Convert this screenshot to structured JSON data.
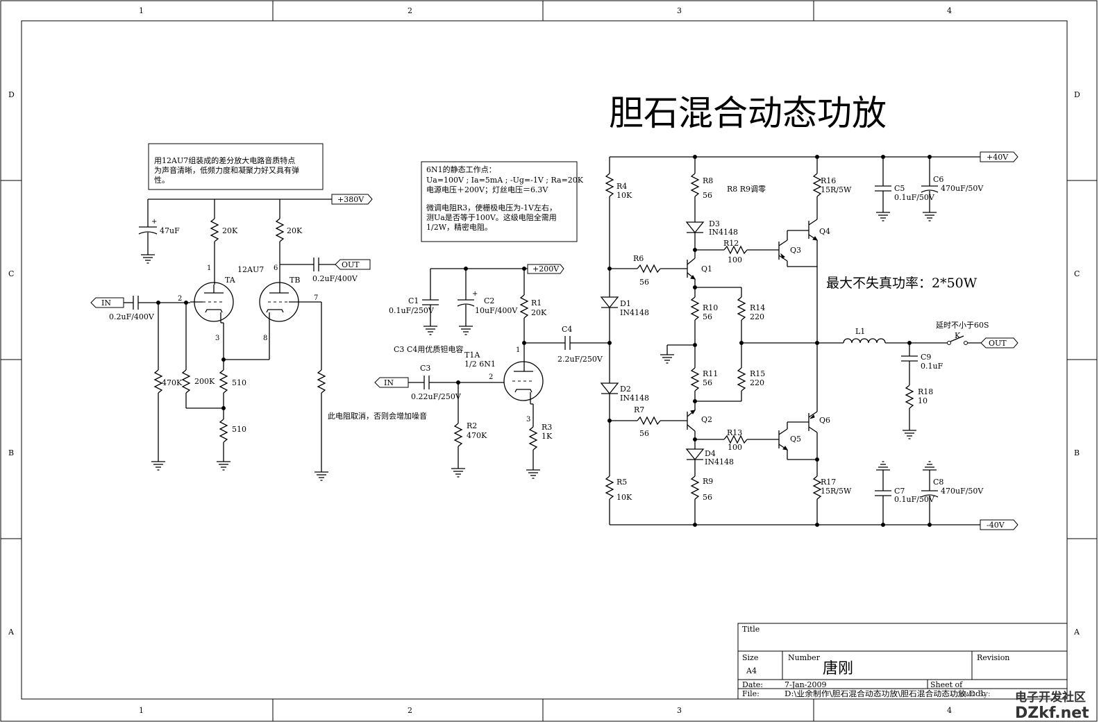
{
  "frame": {
    "col_marks": [
      "1",
      "2",
      "3",
      "4"
    ],
    "row_marks": [
      "D",
      "C",
      "B",
      "A"
    ]
  },
  "title": "胆石混合动态功放",
  "notes": {
    "note1": [
      "用12AU7组装成的差分放大电路音质特点",
      "为声音清晰，低频力度和凝聚力好又具有弹",
      "性。"
    ],
    "note2": [
      "6N1的静态工作点：",
      "Ua=100V ; Ia=5mA ; -Ug=-1V ; Ra=20K",
      "电源电压＋200V；灯丝电压＝6.3V",
      "",
      "微调电阻R3，使栅极电压为-1V左右，",
      "测Ua是否等于100V。这级电阻全需用",
      "1/2W，精密电阻。"
    ],
    "cap_note": "C3  C4用优质钽电容",
    "r8r9_note": "R8  R9调零",
    "resistor_cancel_note": "此电阻取消，否则会增加噪音",
    "max_power": "最大不失真功率：2*50W",
    "delay_note": "延时不小于60S"
  },
  "ports": {
    "in1": "IN",
    "in2": "IN",
    "out1": "OUT",
    "out2": "OUT",
    "v380": "+380V",
    "v200": "+200V",
    "vp40": "+40V",
    "vn40": "-40V"
  },
  "stage1": {
    "tube_name": "12AU7",
    "ta": "TA",
    "tb": "TB",
    "pin1": "1",
    "pin2": "2",
    "pin3": "3",
    "pin6": "6",
    "pin7": "7",
    "pin8": "8",
    "c_in": "0.2uF/400V",
    "c_out": "0.2uF/400V",
    "c_supply": "47uF",
    "r_plate_a": "20K",
    "r_plate_b": "20K",
    "r_grid": "470K",
    "r_200k": "200K",
    "r_510a": "510",
    "r_510b": "510"
  },
  "stage2": {
    "tube": [
      "T1A",
      "1/2  6N1"
    ],
    "pin1": "1",
    "pin2": "2",
    "pin3": "3",
    "c1": [
      "C1",
      "0.1uF/250V"
    ],
    "c2": [
      "C2",
      "10uF/400V"
    ],
    "c3": [
      "C3",
      "0.22uF/250V"
    ],
    "c4": [
      "C4",
      "2.2uF/250V"
    ],
    "r1": [
      "R1",
      "20K"
    ],
    "r2": [
      "R2",
      "470K"
    ],
    "r3": [
      "R3",
      "1K"
    ]
  },
  "stage3": {
    "r4": [
      "R4",
      "10K"
    ],
    "r5": [
      "R5",
      "10K"
    ],
    "r6": [
      "R6",
      "56"
    ],
    "r7": [
      "R7",
      "56"
    ],
    "r8": [
      "R8",
      "56"
    ],
    "r9": [
      "R9",
      "56"
    ],
    "r10": [
      "R10",
      "56"
    ],
    "r11": [
      "R11",
      "56"
    ],
    "r12": [
      "R12",
      "100"
    ],
    "r13": [
      "R13",
      "100"
    ],
    "r14": [
      "R14",
      "220"
    ],
    "r15": [
      "R15",
      "220"
    ],
    "r16": [
      "R16",
      "15R/5W"
    ],
    "r17": [
      "R17",
      "15R/5W"
    ],
    "r18": [
      "R18",
      "10"
    ],
    "d1": [
      "D1",
      "IN4148"
    ],
    "d2": [
      "D2",
      "IN4148"
    ],
    "d3": [
      "D3",
      "IN4148"
    ],
    "d4": [
      "D4",
      "IN4148"
    ],
    "q": [
      "Q1",
      "Q2",
      "Q3",
      "Q4",
      "Q5",
      "Q6"
    ],
    "c5": [
      "C5",
      "0.1uF/50V"
    ],
    "c6": [
      "C6",
      "470uF/50V"
    ],
    "c7": [
      "C7",
      "0.1uF/50V"
    ],
    "c8": [
      "C8",
      "470uF/50V"
    ],
    "c9": [
      "C9",
      "0.1uF"
    ],
    "l1": "L1",
    "k": "K",
    "plus": "+"
  },
  "title_block": {
    "title_label": "Title",
    "size_label": "Size",
    "size": "A4",
    "number_label": "Number",
    "number": "唐刚",
    "revision_label": "Revision",
    "date_label": "Date:",
    "date": "7-Jan-2009",
    "sheet_label": "Sheet    of",
    "file_label": "File:",
    "file": "D:\\业余制作\\胆石混合动态功放\\胆石混合动态功放.Ddb",
    "drawn_by": "Drawn By:"
  },
  "watermark": {
    "line1": "电子开发社区",
    "line2": "DZkf.net"
  }
}
